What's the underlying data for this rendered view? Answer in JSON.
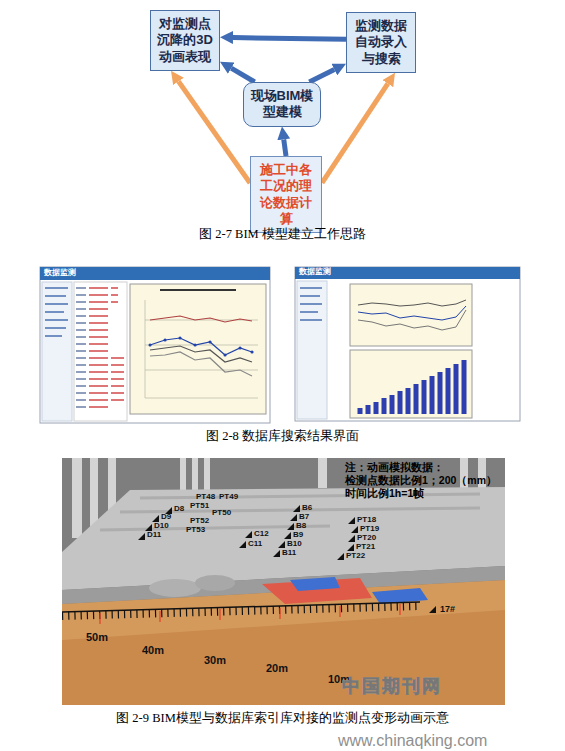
{
  "diagram": {
    "caption": "图 2-7 BIM 模型建立工作思路",
    "nodes": [
      {
        "text": [
          "对监测点沉降的3D动画表现"
        ]
      },
      {
        "text": [
          "监测数据自动录入与搜索"
        ]
      },
      {
        "text": [
          "现场BIM模型建模"
        ]
      },
      {
        "text": [
          "施工中各工况的理论数据计算"
        ]
      }
    ],
    "edges": [
      {
        "from": 1,
        "to": 0,
        "arrow": "to"
      },
      {
        "from": 2,
        "to": 0,
        "arrow": "to"
      },
      {
        "from": 2,
        "to": 1,
        "arrow": "to"
      },
      {
        "from": 3,
        "to": 2,
        "arrow": "to"
      },
      {
        "from": 3,
        "to": 0,
        "arrow": "to"
      },
      {
        "from": 3,
        "to": 1,
        "arrow": "to"
      }
    ],
    "labels": [
      "数据监测",
      "数据监测",
      "注：动画模拟数据：",
      "检测点数据比例1；200（mm）",
      "时间比例1h=1帧",
      "PT48",
      "PT49",
      "PT51",
      "PT50",
      "PT52",
      "PT53",
      "D8",
      "D9",
      "D10",
      "D11",
      "B6",
      "B7",
      "B8",
      "B9",
      "B10",
      "B11",
      "C12",
      "C11",
      "PT18",
      "PT19",
      "PT20",
      "PT21",
      "PT22",
      "17#",
      "50m",
      "40m",
      "30m",
      "20m",
      "10m",
      "图 2-8 数据库搜索结果界面",
      "图 2-9 BIM模型与数据库索引库对接的监测点变形动画示意",
      "中国期刊网",
      "www.chinaqking.com"
    ]
  }
}
